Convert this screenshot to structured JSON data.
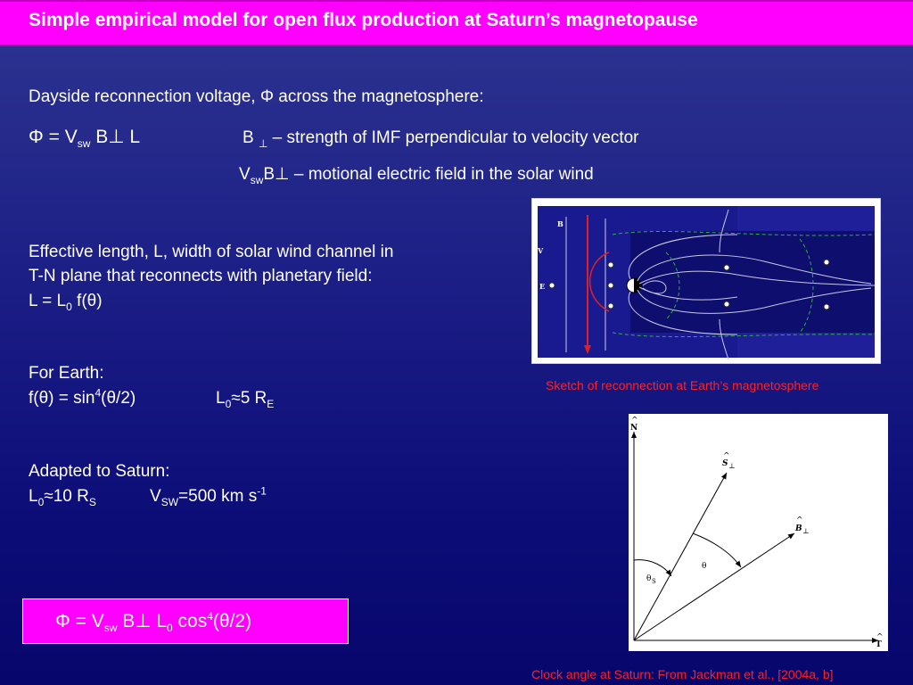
{
  "title": "Simple empirical model for open flux production at Saturn’s magnetopause",
  "intro": "Dayside reconnection voltage, Φ across the magnetosphere:",
  "main_formula": {
    "lhs": "Φ = V",
    "sub_sw": "sw",
    "rest": " B⊥ L"
  },
  "bperp_def": {
    "sym": "B ",
    "sub": "⊥",
    "text": " – strength of IMF perpendicular to velocity vector"
  },
  "vswb_def": {
    "v": "V",
    "sub": "sw",
    "b": "B⊥",
    "text": " – motional electric field in the solar wind"
  },
  "length": {
    "line1": "Effective length, L, width of solar wind channel in",
    "line2": "T-N plane that reconnects with planetary field:",
    "l3_a": "L = L",
    "l3_sub": "0",
    "l3_b": " f(θ)"
  },
  "earth": {
    "heading": "For Earth:",
    "f_a": "f(θ) = sin",
    "f_sup": "4",
    "f_b": "(θ/2)",
    "l_a": "L",
    "l_sub": "0",
    "l_b": "≈5 R",
    "l_sub2": "E"
  },
  "saturn": {
    "heading": "Adapted to Saturn:",
    "l_a": "L",
    "l_sub": "0",
    "l_b": "≈10 R",
    "l_sub2": "S",
    "v_a": "V",
    "v_sub": "SW",
    "v_b": "=500 km s",
    "v_sup": "-1"
  },
  "result": {
    "a": "Φ = V",
    "sub_sw": "sw",
    "b": " B⊥ L",
    "sub0": "0",
    "c": " cos",
    "sup4": "4",
    "d": "(θ/2)"
  },
  "figure1": {
    "caption": "Sketch of reconnection at Earth’s magnetosphere",
    "labels": {
      "b": "B",
      "v": "V",
      "e": "E"
    }
  },
  "figure2": {
    "caption": "Clock angle at Saturn: From Jackman et al., [2004a, b]",
    "labels": {
      "n": "N",
      "t": "T",
      "s": "S",
      "s_sub": "⊥",
      "b": "B",
      "b_sub": "⊥",
      "theta": "θ",
      "theta_s": "θ",
      "theta_s_sub": "S",
      "hat": "^"
    }
  },
  "colors": {
    "title_bg": "#ff00ff",
    "caption": "#ff2020"
  }
}
